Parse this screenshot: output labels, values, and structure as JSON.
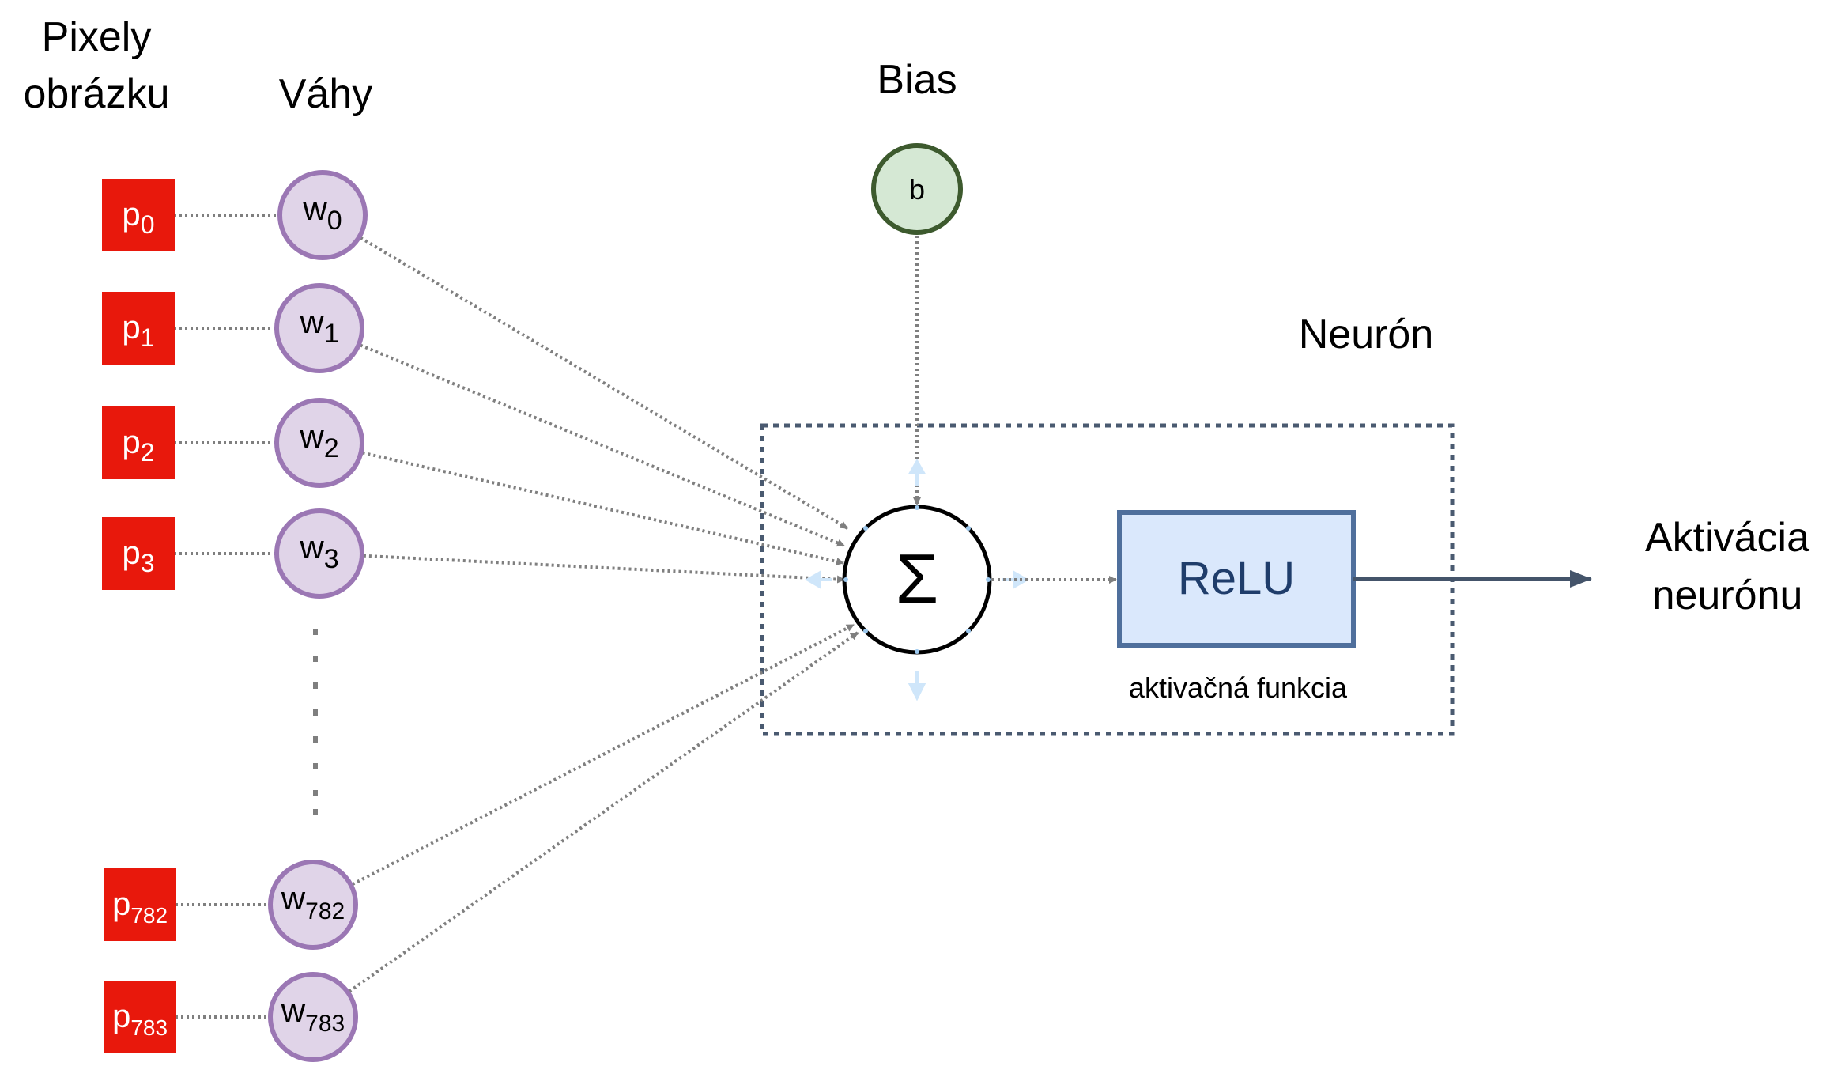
{
  "headings": {
    "pixels_line1": "Pixely",
    "pixels_line2": "obrázku",
    "weights": "Váhy",
    "bias": "Bias",
    "neuron": "Neurón",
    "output_line1": "Aktivácia",
    "output_line2": "neurónu"
  },
  "inputs": [
    {
      "pixel_base": "p",
      "pixel_sub": "0",
      "weight_base": "w",
      "weight_sub": "0"
    },
    {
      "pixel_base": "p",
      "pixel_sub": "1",
      "weight_base": "w",
      "weight_sub": "1"
    },
    {
      "pixel_base": "p",
      "pixel_sub": "2",
      "weight_base": "w",
      "weight_sub": "2"
    },
    {
      "pixel_base": "p",
      "pixel_sub": "3",
      "weight_base": "w",
      "weight_sub": "3"
    },
    {
      "pixel_base": "p",
      "pixel_sub": "782",
      "weight_base": "w",
      "weight_sub": "782"
    },
    {
      "pixel_base": "p",
      "pixel_sub": "783",
      "weight_base": "w",
      "weight_sub": "783"
    }
  ],
  "bias_node": {
    "label": "b"
  },
  "sum_node": {
    "symbol": "Σ"
  },
  "activation": {
    "label": "ReLU",
    "caption": "aktivačná funkcia"
  },
  "colors": {
    "pixel_fill": "#e8180c",
    "weight_fill": "#e0d4e8",
    "weight_stroke": "#9b77b4",
    "bias_fill": "#d5e8d4",
    "bias_stroke": "#3d5a2e",
    "relu_fill": "#dae8fc",
    "relu_stroke": "#4f6f9c",
    "relu_text": "#1f3d6b",
    "neuron_border": "#4a5a70",
    "connector": "#7f7f7f",
    "output_arrow": "#44546a"
  }
}
